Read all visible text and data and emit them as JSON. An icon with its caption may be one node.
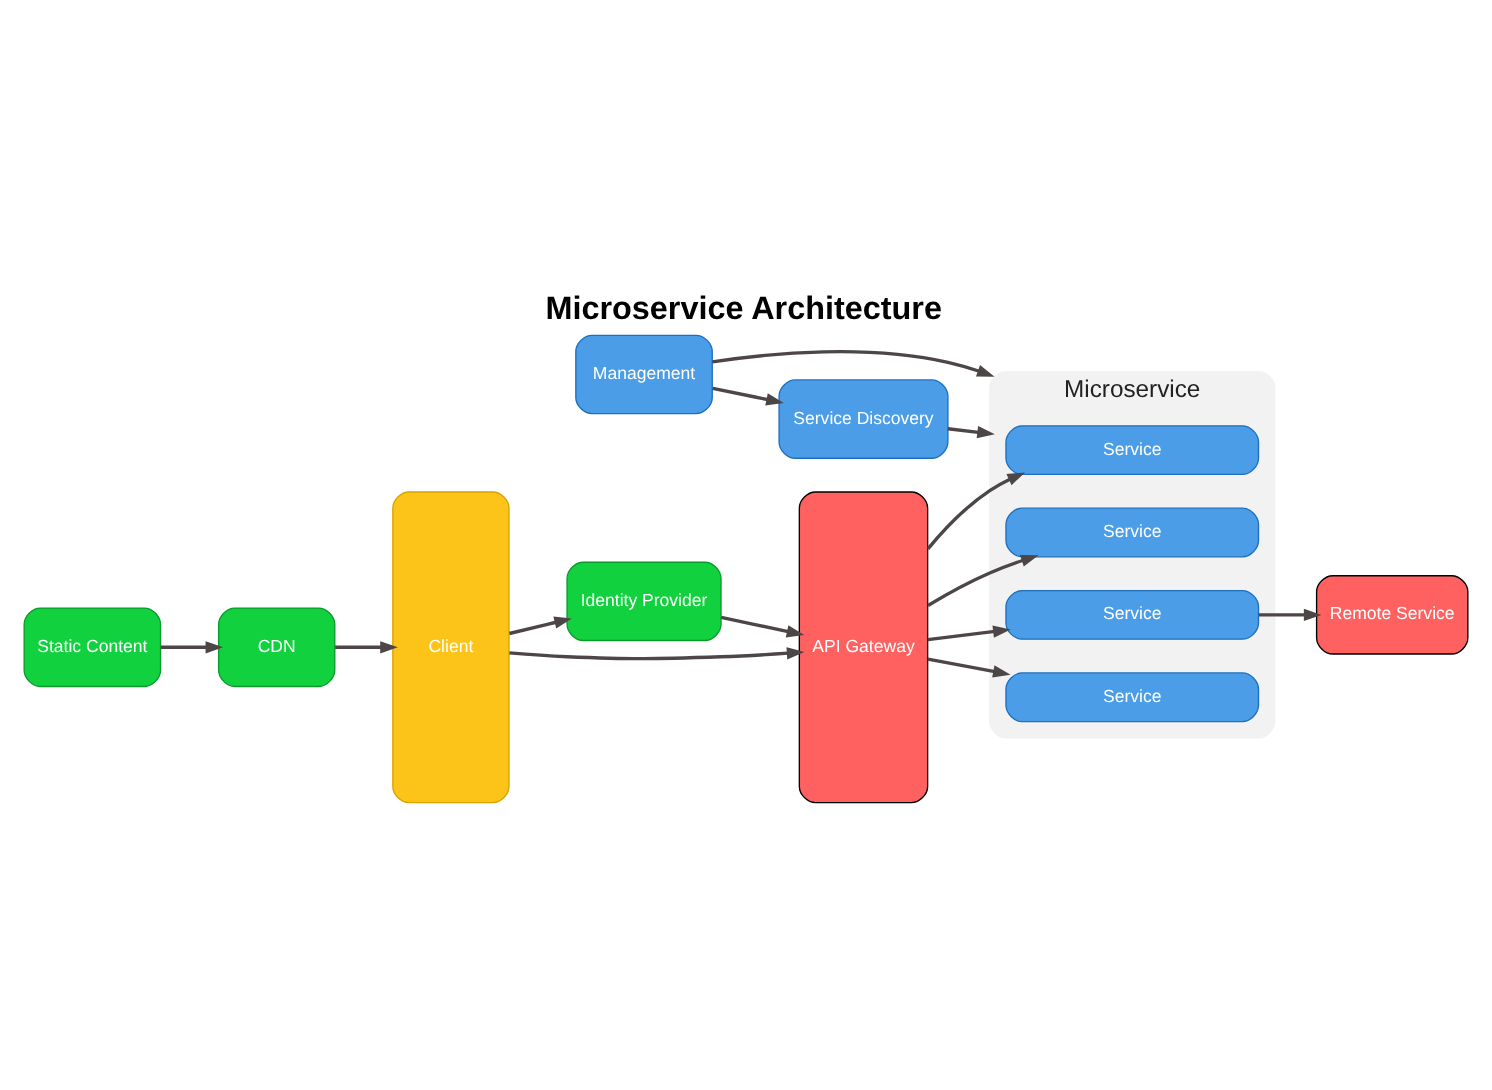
{
  "diagram": {
    "title": "Microservice Architecture",
    "nodes": [
      {
        "text": [
          "Client"
        ]
      },
      {
        "text": [
          "Identity Provider"
        ]
      },
      {
        "text": [
          "API Gateway"
        ]
      },
      {
        "text": [
          "Microservice"
        ]
      },
      {
        "text": [
          "Service"
        ],
        "in": 3
      },
      {
        "text": [
          "Service"
        ],
        "in": 3
      },
      {
        "text": [
          "Service"
        ],
        "in": 3
      },
      {
        "text": [
          "Service"
        ],
        "in": 3
      },
      {
        "text": [
          "Remote Service"
        ]
      },
      {
        "text": [
          "CDN"
        ]
      },
      {
        "text": [
          "Static Content"
        ]
      },
      {
        "text": [
          "Management"
        ]
      },
      {
        "text": [
          "Service Discovery"
        ]
      }
    ],
    "edges": [
      {
        "from": 0,
        "to": 1,
        "arrow": "to"
      },
      {
        "from": 1,
        "to": 2,
        "arrow": "to"
      },
      {
        "from": 0,
        "to": 2,
        "arrow": "to"
      },
      {
        "from": 2,
        "to": 4,
        "arrow": "to"
      },
      {
        "from": 2,
        "to": 5,
        "arrow": "to"
      },
      {
        "from": 2,
        "to": 6,
        "arrow": "to"
      },
      {
        "from": 2,
        "to": 7,
        "arrow": "to"
      },
      {
        "from": 5,
        "to": 8,
        "arrow": "to"
      },
      {
        "from": 10,
        "to": 9,
        "arrow": "to"
      },
      {
        "from": 9,
        "to": 0,
        "arrow": "to"
      },
      {
        "from": 11,
        "to": 3,
        "arrow": "to"
      },
      {
        "from": 12,
        "to": 3,
        "arrow": "to"
      },
      {
        "from": 11,
        "to": 12,
        "arrow": "to"
      }
    ]
  }
}
